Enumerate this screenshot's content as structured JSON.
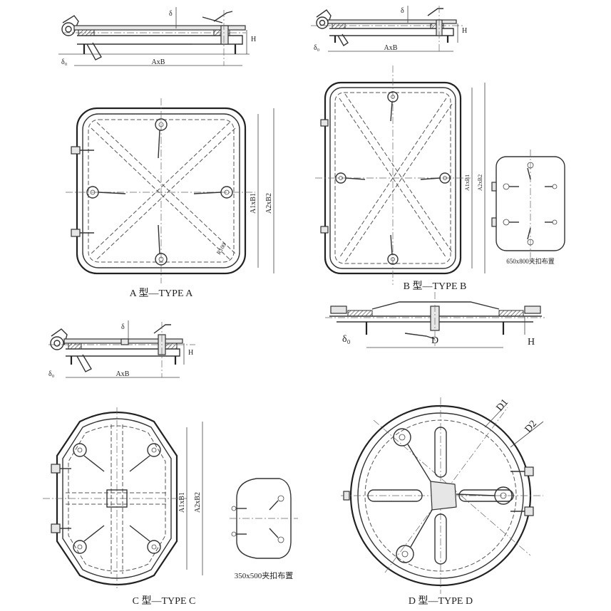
{
  "captions": {
    "type_a": "A 型—TYPE A",
    "type_b": "B 型—TYPE B",
    "type_c": "C 型—TYPE C",
    "type_d": "D 型—TYPE D",
    "layout_650": "650x800夹扣布置",
    "layout_350": "350x500夹扣布置"
  },
  "dims": {
    "delta": "δ",
    "delta0": "δ₀",
    "axb": "AxB",
    "h": "H",
    "a1xb1": "A1xB1",
    "a2xb2": "A2xB2",
    "r100": "R100",
    "d": "D",
    "d1": "D1",
    "d2": "D2"
  },
  "colors": {
    "line": "#333333",
    "background": "#ffffff"
  }
}
